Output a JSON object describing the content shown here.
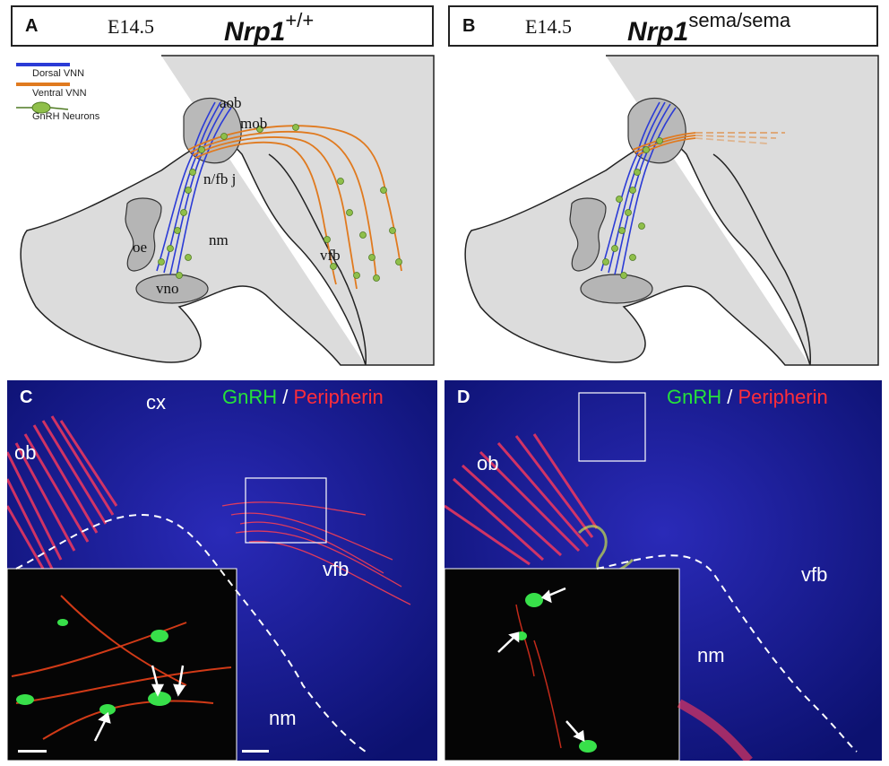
{
  "panel_a": {
    "letter": "A",
    "stage": "E14.5",
    "gene": "Nrp1",
    "genotype": "+/+",
    "legend": [
      {
        "label": "Dorsal VNN",
        "color": "#2b3bd6"
      },
      {
        "label": "Ventral VNN",
        "color": "#e07a1f"
      },
      {
        "label": "GnRH Neurons",
        "color": "#8fbf4a"
      }
    ],
    "labels": {
      "aob": "aob",
      "mob": "mob",
      "nfbj": "n/fb j",
      "oe": "oe",
      "nm": "nm",
      "vno": "vno",
      "vfb": "vfb"
    }
  },
  "panel_b": {
    "letter": "B",
    "stage": "E14.5",
    "gene": "Nrp1",
    "genotype": "sema/sema"
  },
  "panel_c": {
    "letter": "C",
    "title_green": "GnRH",
    "title_sep": " / ",
    "title_red": "Peripherin",
    "labels": {
      "cx": "cx",
      "ob": "ob",
      "vfb": "vfb",
      "nm": "nm"
    }
  },
  "panel_d": {
    "letter": "D",
    "title_green": "GnRH",
    "title_sep": " / ",
    "title_red": "Peripherin",
    "labels": {
      "ob": "ob",
      "vfb": "vfb",
      "nm": "nm"
    }
  },
  "colors": {
    "diagram_fill": "#dcdcdc",
    "dorsal": "#2b3bd6",
    "ventral": "#e07a1f",
    "gnrh": "#8fbf4a",
    "tissue_blue": "#1b22a0",
    "fiber_red": "#ff3040",
    "cell_green": "#38e04a"
  }
}
